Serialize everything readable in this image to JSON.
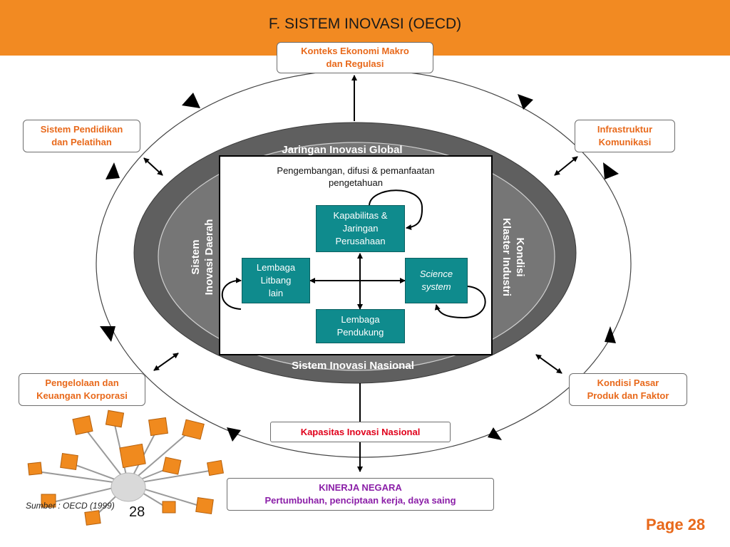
{
  "title": "F. SISTEM INOVASI (OECD)",
  "outer_boxes": {
    "top": [
      "Konteks Ekonomi Makro",
      "dan Regulasi"
    ],
    "left_top": [
      "Sistem Pendidikan",
      "dan Pelatihan"
    ],
    "right_top": [
      "Infrastruktur",
      "Komunikasi"
    ],
    "left_bottom": [
      "Pengelolaan dan",
      "Keuangan Korporasi"
    ],
    "right_bottom": [
      "Kondisi Pasar",
      "Produk dan Faktor"
    ],
    "capacity": "Kapasitas Inovasi Nasional",
    "performance": {
      "title": "KINERJA NEGARA",
      "subtitle": "Pertumbuhan, penciptaan kerja, daya saing"
    }
  },
  "ring_labels": {
    "top": "Jaringan Inovasi Global",
    "bottom": "Sistem Inovasi Nasional",
    "left": [
      "Sistem",
      "Inovasi Daerah"
    ],
    "right": [
      "Kondisi",
      "Klaster Industri"
    ]
  },
  "inner": {
    "caption": [
      "Pengembangan, difusi & pemanfaatan",
      "pengetahuan"
    ],
    "capabilities": [
      "Kapabilitas &",
      "Jaringan",
      "Perusahaan"
    ],
    "research": [
      "Lembaga",
      "Litbang",
      "lain"
    ],
    "science": [
      "Science",
      "system"
    ],
    "support": [
      "Lembaga",
      "Pendukung"
    ]
  },
  "source": "Sumber : OECD (1999)",
  "page_number": "28",
  "page_label": "Page 28",
  "colors": {
    "header": "#f28a22",
    "accent_text": "#e8691b",
    "red_text": "#e0001b",
    "purple_text": "#8b1fa8",
    "teal": "#0f8b8d",
    "ring_dark": "#5f5f5f",
    "ring_mid": "#767676",
    "cube": "#f08a1e"
  }
}
